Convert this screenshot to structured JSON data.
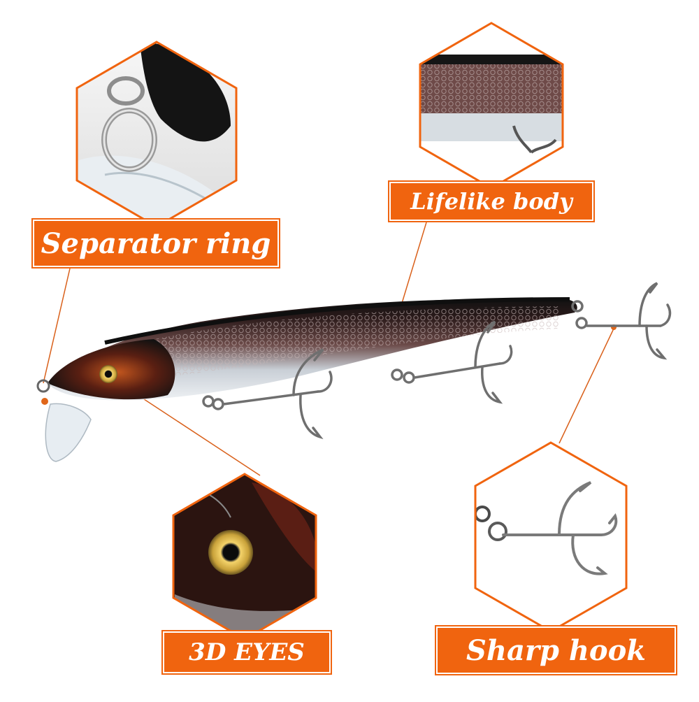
{
  "labels": {
    "separator_ring": "Separator ring",
    "lifelike_body": "Lifelike body",
    "eyes": "3D EYES",
    "sharp_hook": "Sharp hook"
  },
  "colors": {
    "accent": "#f0640f",
    "background": "#ffffff"
  },
  "icons": {
    "subject": "fishing-lure-icon",
    "ring": "split-ring-icon",
    "hook": "treble-hook-icon",
    "eye": "lure-eye-icon"
  }
}
